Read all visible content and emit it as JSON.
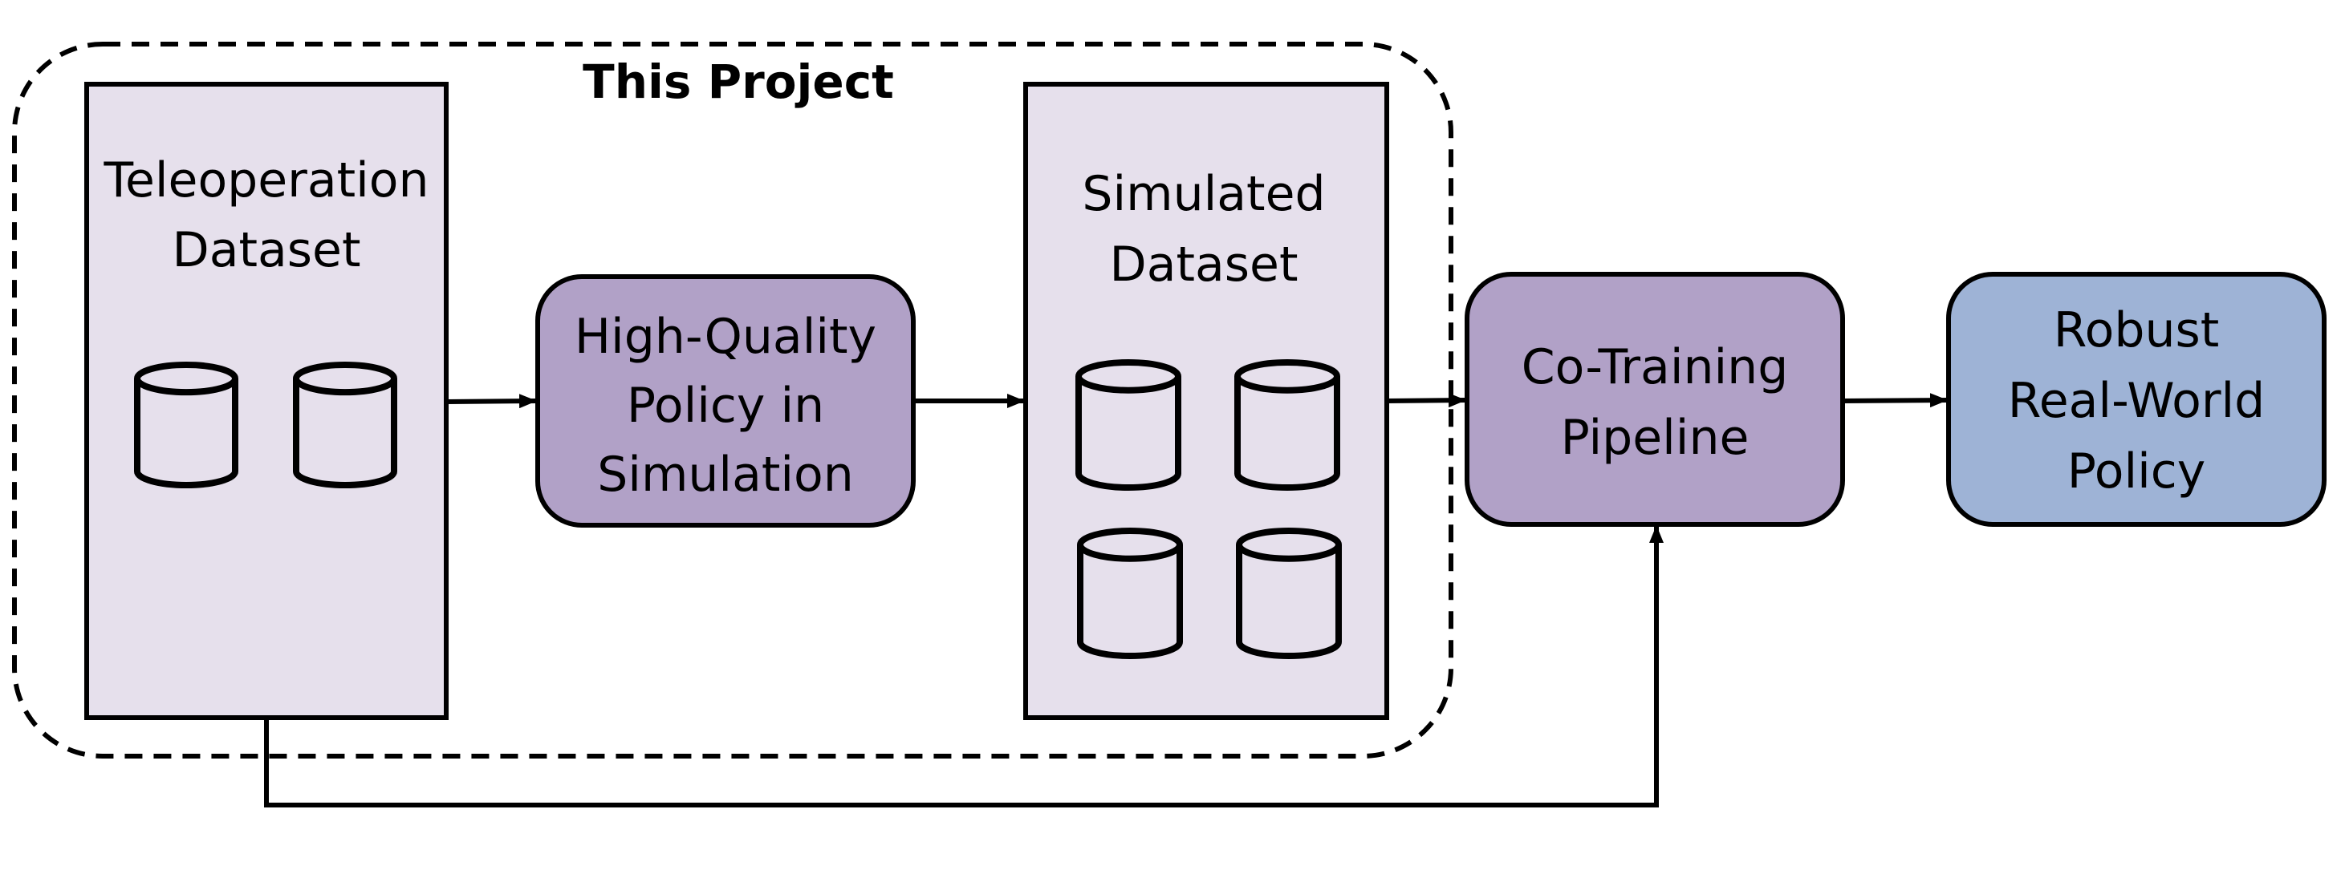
{
  "project_label": "This Project",
  "nodes": {
    "teleoperation": {
      "lines": [
        "Teleoperation",
        "Dataset"
      ]
    },
    "high_quality": {
      "lines": [
        "High-Quality",
        "Policy in",
        "Simulation"
      ]
    },
    "simulated": {
      "lines": [
        "Simulated",
        "Dataset"
      ]
    },
    "cotraining": {
      "lines": [
        "Co-Training",
        "Pipeline"
      ]
    },
    "robust": {
      "lines": [
        "Robust",
        "Real-World",
        "Policy"
      ]
    }
  },
  "colors": {
    "dataset_fill": "#E6E0EC",
    "process_fill": "#B1A1C7",
    "output_fill": "#9EB3D6",
    "stroke": "#000000"
  }
}
